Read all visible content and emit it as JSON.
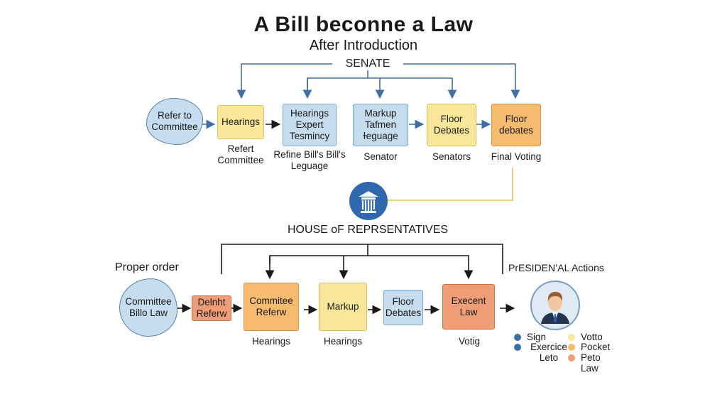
{
  "title": "A Bill beconne a Law",
  "subtitle": "After Introduction",
  "senate": {
    "label": "SENATE",
    "start": "Refer to Committee",
    "steps": [
      {
        "label": "Hearings",
        "caption": "Refert Committee",
        "color": "#fbe79a"
      },
      {
        "label": "Hearings Expert Tesmincy",
        "caption": "Refine Bill's Bill's Leguage",
        "color": "#c6dcef"
      },
      {
        "label": "Markup Tafmen ɫeguage",
        "caption": "Senator",
        "color": "#c6dcef"
      },
      {
        "label": "Floor Debates",
        "caption": "Senators",
        "color": "#fbe79a"
      },
      {
        "label": "Floor debates",
        "caption": "Final Voting",
        "color": "#f6bb6e"
      }
    ]
  },
  "house": {
    "label": "HOUSE oF REPRSENTATIVES",
    "side_label": "Proper order",
    "start": "Committee Billo Law",
    "steps": [
      {
        "label": "Delnht Referw",
        "caption": "",
        "color": "#ef9d76"
      },
      {
        "label": "Commitee Referw",
        "caption": "Hearings",
        "color": "#f6bb6e"
      },
      {
        "label": "Markup",
        "caption": "Hearings",
        "color": "#fbe79a"
      },
      {
        "label": "Floor Debates",
        "caption": "",
        "color": "#c6dcef"
      },
      {
        "label": "Execent Law",
        "caption": "Votig",
        "color": "#ef9d76"
      }
    ]
  },
  "president": {
    "label": "PrESIDEN’AL Actions",
    "legend": [
      {
        "label": "Sign",
        "color": "#3b6ea8"
      },
      {
        "label": "Exercice Leto",
        "color": "#3b6ea8"
      },
      {
        "label": "Votto",
        "color": "#fbe79a"
      },
      {
        "label": "Pocket",
        "color": "#f6bb6e"
      },
      {
        "label": "Peto Law",
        "color": "#ef9d76"
      }
    ]
  },
  "icons": [
    "capitol-icon",
    "president-avatar-icon"
  ]
}
